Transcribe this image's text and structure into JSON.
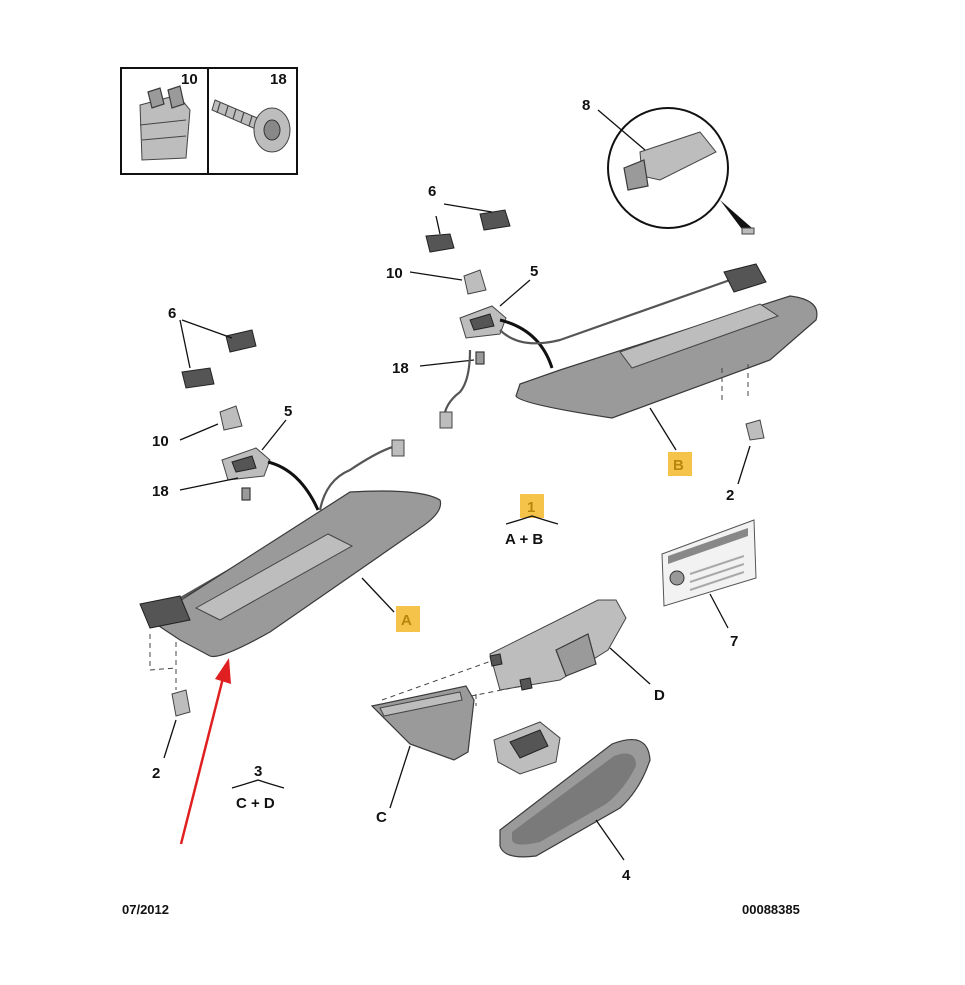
{
  "inset": {
    "left_number": "10",
    "right_number": "18"
  },
  "labels": {
    "n1": "1",
    "ab": "A + B",
    "n2_left": "2",
    "n2_right": "2",
    "n3": "3",
    "cd": "C + D",
    "n4": "4",
    "n5_left": "5",
    "n5_right": "5",
    "n6_left": "6",
    "n6_right": "6",
    "n7": "7",
    "n8": "8",
    "n10_left": "10",
    "n10_right": "10",
    "n18_left": "18",
    "n18_right": "18",
    "A": "A",
    "B": "B",
    "C": "C",
    "D": "D"
  },
  "footer": {
    "date": "07/2012",
    "ref": "00088385"
  },
  "colors": {
    "highlight": "#f6c34a",
    "arrow": "#e02020",
    "part": "#9a9a9a"
  }
}
